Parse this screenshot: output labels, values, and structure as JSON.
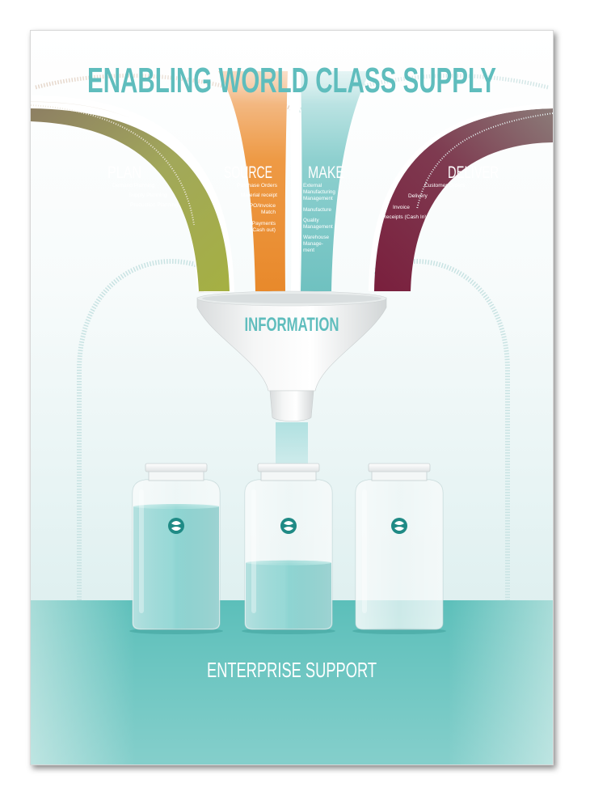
{
  "title": "ENABLING WORLD CLASS SUPPLY",
  "streams": [
    {
      "key": "plan",
      "label": "PLAN",
      "color": "#a3ad4b",
      "items": [
        "Demand Planning",
        "Supply Planning",
        "Production Planning"
      ]
    },
    {
      "key": "source",
      "label": "SOURCE",
      "color": "#e8892b",
      "items": [
        "Purchase Orders",
        "Material receipt",
        "PO/Invoice",
        "Match",
        "Payments",
        "(Cash out)"
      ]
    },
    {
      "key": "make",
      "label": "MAKE",
      "color": "#7fc8c8",
      "items": [
        "External",
        "Manufacturing",
        "Management",
        "Manufacture",
        "Quality",
        "Management",
        "Warehouse",
        "Manage-",
        "ment"
      ]
    },
    {
      "key": "deliver",
      "label": "DELIVER",
      "color": "#7e2b44",
      "items": [
        "Customer Orders",
        "Delivery",
        "Invoice",
        "Receipts (Cash In)"
      ]
    }
  ],
  "funnel_label": "INFORMATION",
  "jars": [
    {
      "key": "full",
      "fill_level": 0.83
    },
    {
      "key": "half",
      "fill_level": 0.45
    },
    {
      "key": "empty",
      "fill_level": 0.0
    }
  ],
  "bottom_label": "ENTERPRISE SUPPORT",
  "colors": {
    "title": "#5fbdbd",
    "teal": "#4fb5b1",
    "base": "#62c2bd"
  }
}
